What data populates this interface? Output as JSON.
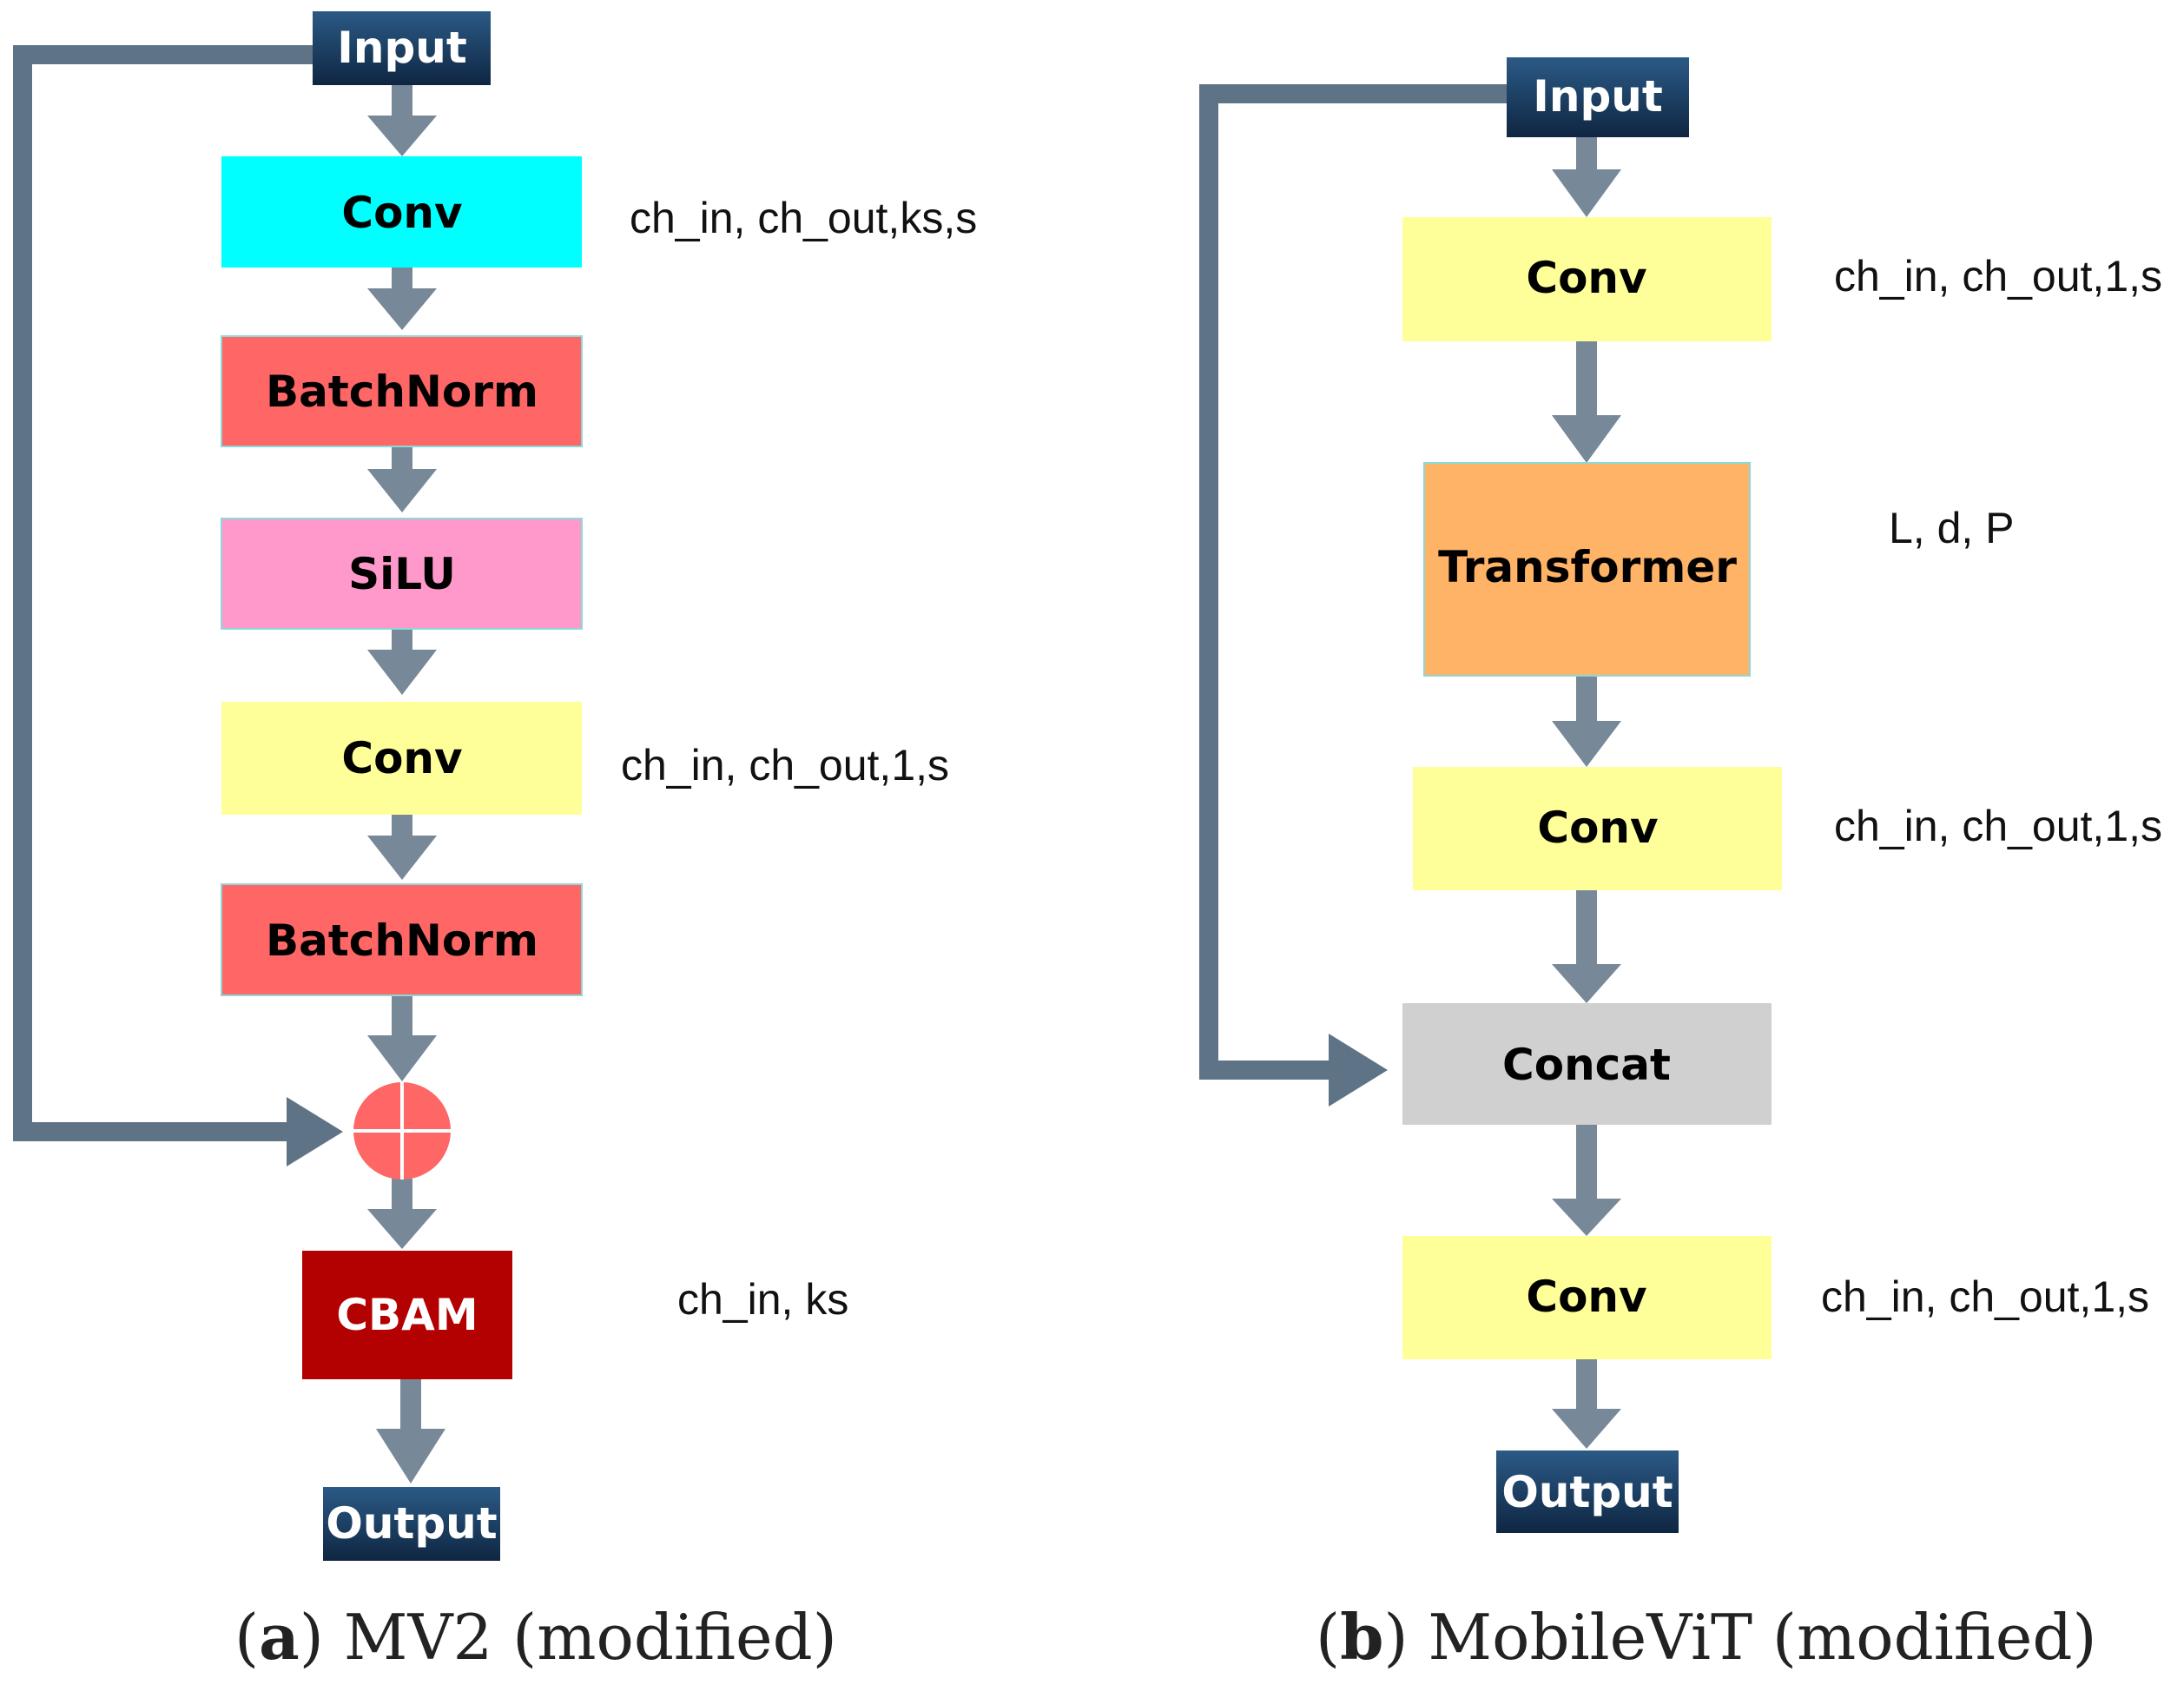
{
  "diagram_a": {
    "input": "Input",
    "conv1": "Conv",
    "batchnorm1": "BatchNorm",
    "silu": "SiLU",
    "conv2": "Conv",
    "batchnorm2": "BatchNorm",
    "cbam": "CBAM",
    "output": "Output",
    "ann_conv1": "ch_in, ch_out,ks,s",
    "ann_conv2": "ch_in, ch_out,1,s",
    "ann_cbam": "ch_in, ks",
    "caption_letter": "a",
    "caption_text": " MV2 (modified)"
  },
  "diagram_b": {
    "input": "Input",
    "conv1": "Conv",
    "transformer": "Transformer",
    "conv2": "Conv",
    "concat": "Concat",
    "conv3": "Conv",
    "output": "Output",
    "ann_conv1": "ch_in, ch_out,1,s",
    "ann_transformer": "L, d, P",
    "ann_conv2": "ch_in, ch_out,1,s",
    "ann_conv3": "ch_in, ch_out,1,s",
    "caption_letter": "b",
    "caption_text": " MobileViT (modified)"
  },
  "colors": {
    "io_box": "#1b3a5c",
    "conv_cyan": "#00ffff",
    "conv_yellow": "#ffff99",
    "batchnorm": "#ff6666",
    "silu": "#ff99cc",
    "transformer": "#ffb366",
    "concat": "#d0d0d0",
    "cbam": "#b30000",
    "add_circle": "#ff6666",
    "arrow": "#778899",
    "skip_line": "#5f7386"
  }
}
